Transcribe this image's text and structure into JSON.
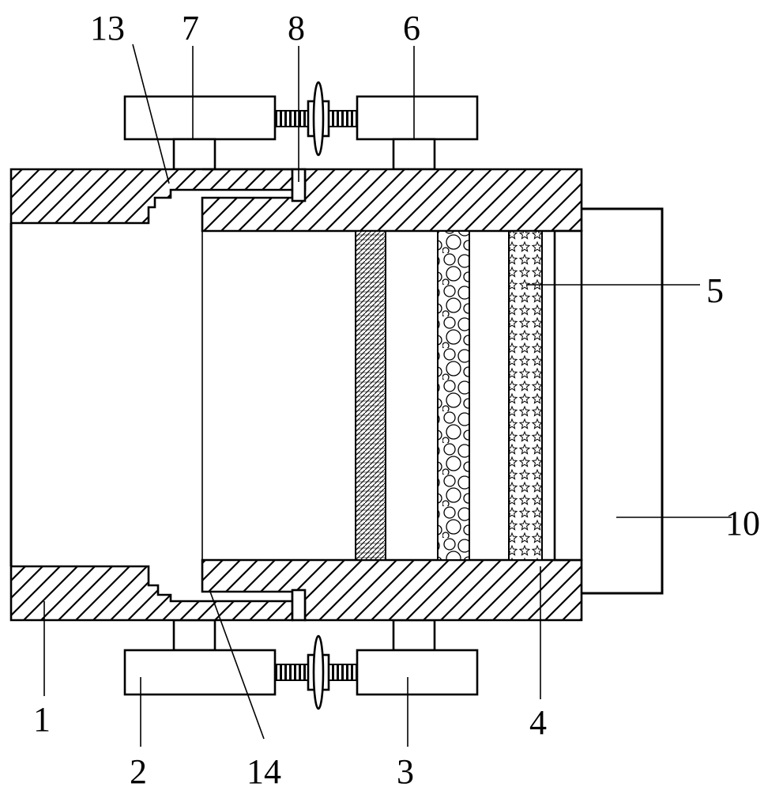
{
  "labels": {
    "l1": "1",
    "l2": "2",
    "l3": "3",
    "l4": "4",
    "l5": "5",
    "l6": "6",
    "l7": "7",
    "l8": "8",
    "l10": "10",
    "l13": "13",
    "l14": "14"
  }
}
